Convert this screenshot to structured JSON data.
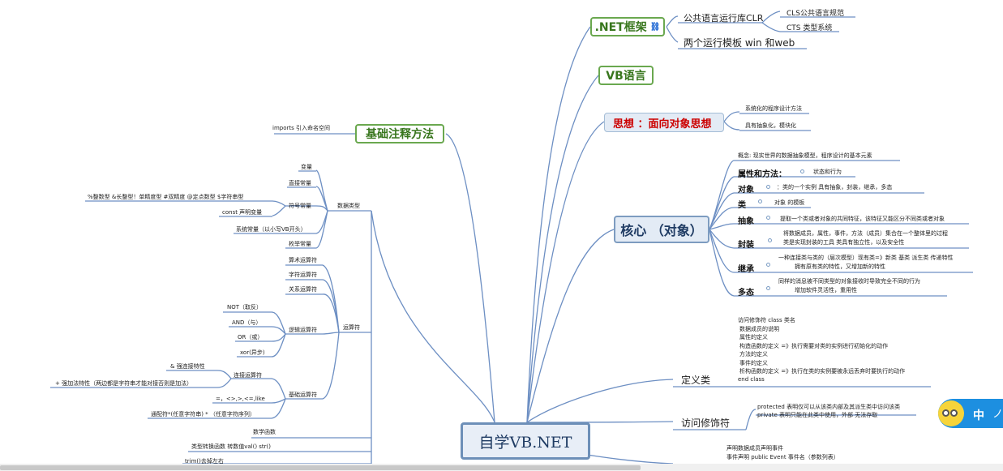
{
  "root": {
    "label": "自学VB.NET"
  },
  "right": {
    "dotnet": {
      "label": ".NET框架",
      "link_icon": "link-icon",
      "clr": "公共语言运行库CLR",
      "cls": "CLS公共语言规范",
      "cts": "CTS 类型系统",
      "modes": "两个运行模板 win 和web"
    },
    "vb": {
      "label": "VB语言"
    },
    "thought": {
      "label": "思想  ：面向对象思想",
      "items": [
        "系统化的程序设计方法",
        "具有抽象化，模块化"
      ]
    },
    "core": {
      "label": "核心 （对象）",
      "concept": "概念:  现实世界的数据抽象模型，程序设计的基本元素",
      "props_label": "属性和方法：",
      "props_desc": "状态和行为",
      "object_label": "对象",
      "object_desc": "：类的一个实例  具有抽象，封装，继承，多态",
      "class_label": "类",
      "class_desc": "对象 的模板",
      "abstract_label": "抽象",
      "abstract_desc": "提取一个类或者对象的共同特征，该特征又能区分不同类或者对象",
      "encap_label": "封装",
      "encap_desc1": "将数据成员，属性，事件，方法（成员）集合在一个整体里的过程",
      "encap_desc2": "类是实现封装的工具  类具有独立性，以及安全性",
      "inherit_label": "继承",
      "inherit_desc1": "一种连接类与类的（层次模型）现有类=》新类  基类 派生类  传递特性",
      "inherit_desc2": "拥有原有类的特性，又增加新的特性",
      "poly_label": "多态",
      "poly_desc1": "同样的消息被不同类型的对象接收时导致完全不同的行为",
      "poly_desc2": "增加软件灵活性，重用性"
    },
    "define_class": {
      "label": "定义类",
      "lines": [
        "访问修饰符  class 类名",
        "数据成员的说明",
        "属性的定义",
        "构造函数的定义 =》执行需要对类的实例进行初始化的动作",
        "方法的定义",
        "事件的定义",
        "析构函数的定义 =》执行在类的实例要被永远丢弃时要执行的动作",
        "end  class"
      ]
    },
    "access": {
      "label": "访问修饰符",
      "lines": [
        "protected  表明仅可以从该类内部及其派生类中访问该类",
        "private 表明只能在此类中使用，外部 无法存取"
      ]
    },
    "events": {
      "lines": [
        "声明数据成员声明事件",
        "事件声明  public Event 事件名（参数列表）"
      ]
    }
  },
  "left": {
    "basic": {
      "label": "基础注释方法",
      "import": "imports 引入命名空间"
    },
    "datatype": {
      "label": "数据类型",
      "var": "变量",
      "literal": "直接常量",
      "symbol": "符号常量",
      "types": "%整数型  &长整型！单精度型 #双精度  @定点数型 $字符串型",
      "const": "const 声明变量",
      "system": "系统常量（以小写VB开头）",
      "enum": "枚举常量"
    },
    "operators": {
      "label": "运算符",
      "arith": "算术运算符",
      "string": "字符运算符",
      "relation": "关系运算符",
      "logic": "逻辑运算符",
      "not": "NOT（取反）",
      "and": "AND（与）",
      "or": "OR（或）",
      "xor": "xor(异步)",
      "concat": "连接运算符",
      "amp": "&  强连接特性",
      "plus": "+   强加法特性（两边都是字符串才能对接否则是加法）",
      "basic": "基础运算符",
      "compare": "=，<>,>,<=,like",
      "wildcard": "通配符*(任意字符串) * （任意字符序列）"
    },
    "functions": {
      "math": "数学函数",
      "convert": "类型转换函数 转数值val()  str()",
      "trim": "trim()去掉左右"
    }
  },
  "widget": {
    "label": "中",
    "icon": "minion-icon",
    "arrow": "ノ"
  }
}
